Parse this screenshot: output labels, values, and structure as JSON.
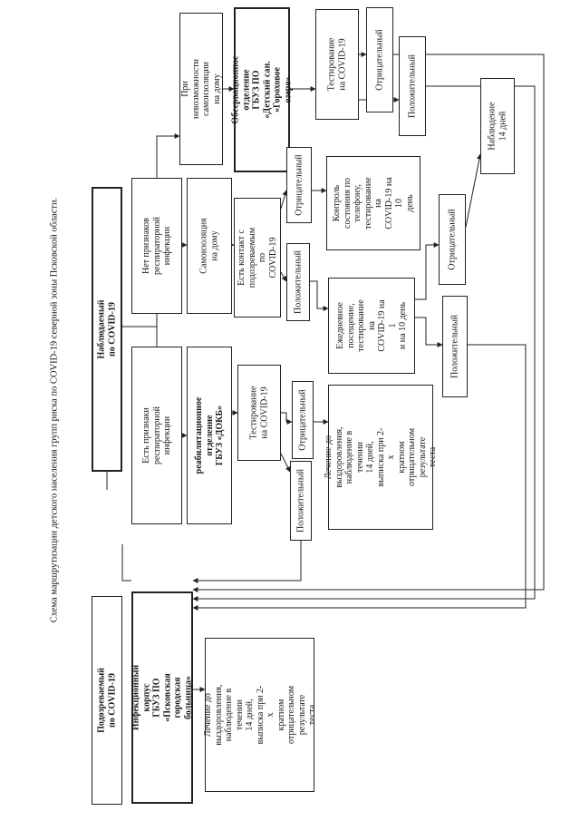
{
  "title": "Схема маршрутизации детского населения групп риска по COVID-19 северной зоны Псковской области.",
  "nodes": {
    "suspected": "Подозреваемый по COVID-19",
    "infectious": "Инфекционный корпус\nГБУЗ ПО «Псковская\nгородская больница»",
    "infectious_treatment": "Лечение до\nвыздоровления,\nнаблюдение в течении\n14 дней,\nвыписка при 2-х\nкратном\nотрицательном\nрезультате теста",
    "observed": "Наблюдаемый по COVID-19",
    "resp_yes": "Есть признаки\nреспираторной инфекции",
    "resp_no": "Нет признаков\nреспираторной инфекции",
    "home_impossible": "При невозможности\nсамоизоляции на дому",
    "sanatorium": "Обсервационное отделение\nГБУЗ ПО «Детский сан.\n«Гороховое озеро»",
    "rehab": "реабилитационное отделение\nГБУЗ «ДОКБ»",
    "home_isolation": "Самоизоляция на дому",
    "test_rehab": "Тестирование\nна COVID-19",
    "contact": "Есть контакт с\nподозреваемым по\nCOVID-19",
    "test_sanatorium": "Тестирование\nна COVID-19",
    "result_neg_rehab": "Отрицательный",
    "result_pos_rehab": "Положительный",
    "result_pos_contact": "Положительный",
    "result_neg_contact": "Отрицательный",
    "result_neg_sanatorium": "Отрицательный",
    "result_pos_sanatorium": "Положительный",
    "treatment_rehab": "Лечение до\nвыздоровления,\nнаблюдение в течении\n14 дней,\nвыписка при 2-х\nкратном отрицательном\nрезультате теста",
    "daily_visit": "Ежедневное\nпосещение,\nтестирование на\nCOVID-19 на 1\nи на 10 день",
    "phone_control": "Контроль\nсостояния по\nтелефону,\nтестирование на\nCOVID-19 на 10\nдень",
    "result_neg_daily": "Отрицательный",
    "result_pos_daily": "Положительный",
    "observation_14": "Наблюдение\n14 дней"
  }
}
